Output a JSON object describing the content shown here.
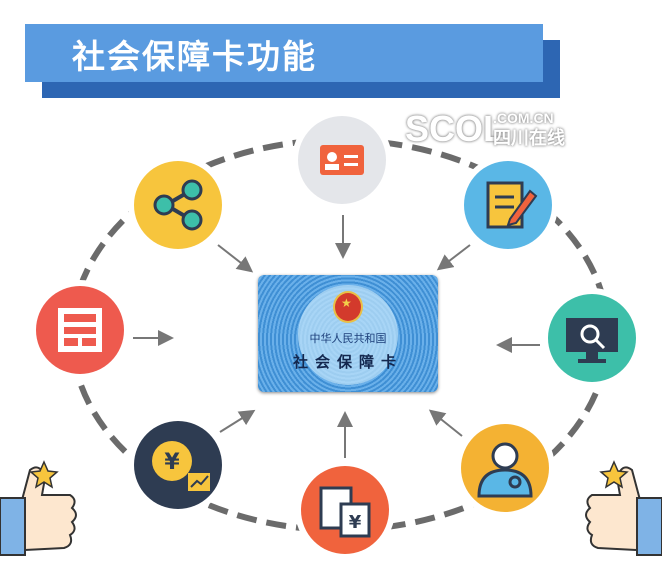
{
  "title": "社会保障卡功能",
  "watermark": {
    "main": "SCOL",
    "domain": ".COM.CN",
    "chinese": "四川在线"
  },
  "card": {
    "country": "中华人民共和国",
    "name": "社会保障卡"
  },
  "functions": [
    {
      "icon": "id-card-icon",
      "color": "#e4e6ea"
    },
    {
      "icon": "document-edit-icon",
      "color": "#5ab7e6"
    },
    {
      "icon": "monitor-search-icon",
      "color": "#3dbfa9"
    },
    {
      "icon": "doctor-icon",
      "color": "#f4b233"
    },
    {
      "icon": "receipt-yuan-icon",
      "color": "#f0633d"
    },
    {
      "icon": "coin-chart-icon",
      "color": "#2e3c52"
    },
    {
      "icon": "layout-icon",
      "color": "#ee5a4e"
    },
    {
      "icon": "share-icon",
      "color": "#f7c53d"
    }
  ],
  "colors": {
    "banner": "#5a9be0",
    "banner_shadow": "#2d66b3",
    "ring": "#6b6b6b"
  }
}
